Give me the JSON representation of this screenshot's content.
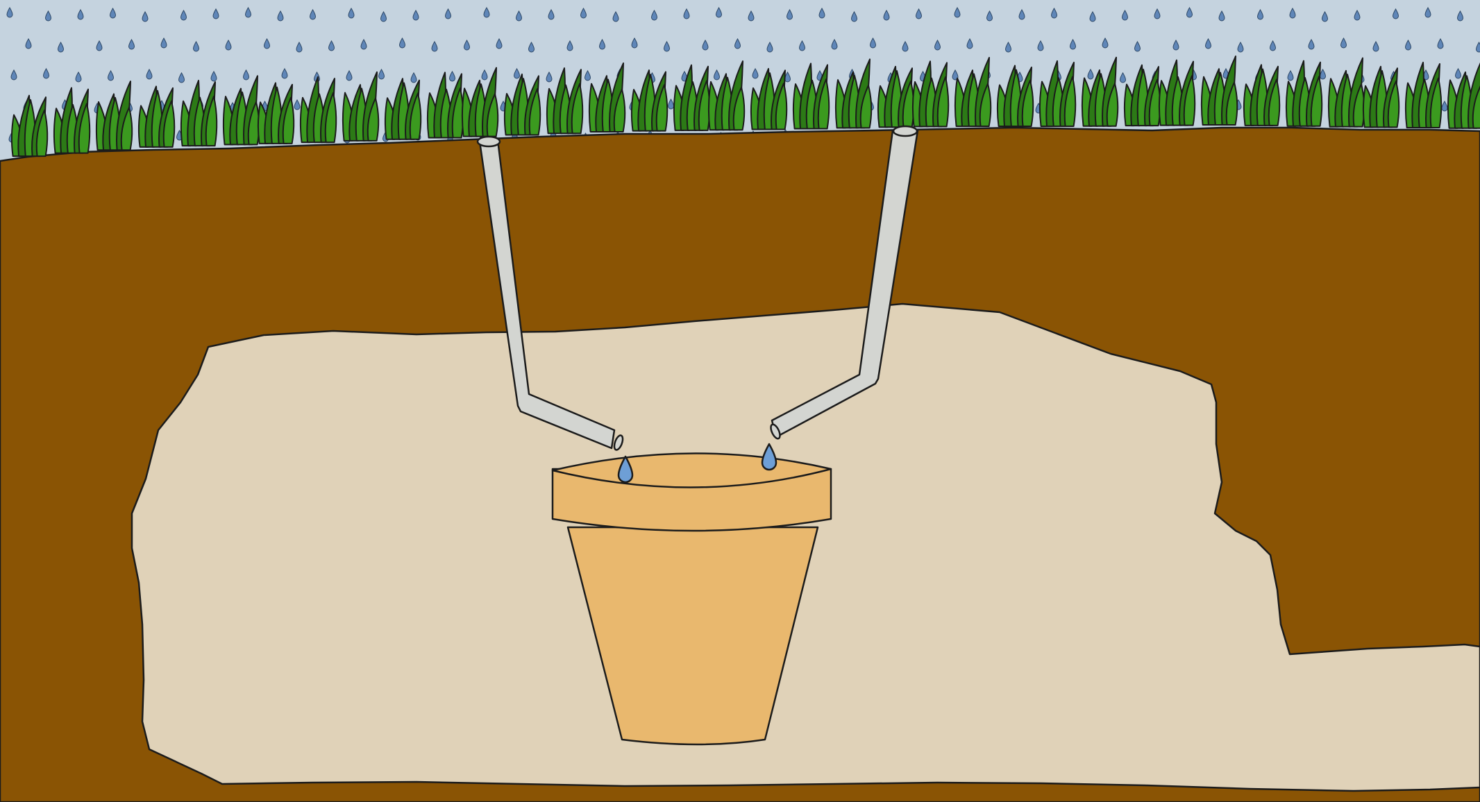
{
  "colors": {
    "sky": "#c5d3df",
    "soil": "#8a5404",
    "sand": "#e0d2b8",
    "pot": "#e9b86e",
    "pipe": "#d3d5d1",
    "grass": "#3b9a1f",
    "grass_dark": "#2c7a16",
    "raindrop": "#5f86b8",
    "drip": "#6e9fd6",
    "outline": "#1b1b1b"
  },
  "elements": {
    "sky": "rain-sky",
    "grass": "grass-tufts",
    "soil": "soil-layer",
    "sand": "sand-pocket",
    "pipes": [
      "left-drain-pipe",
      "right-drain-pipe"
    ],
    "pot": "clay-pot",
    "drips": [
      "left-water-drip",
      "right-water-drip"
    ]
  }
}
